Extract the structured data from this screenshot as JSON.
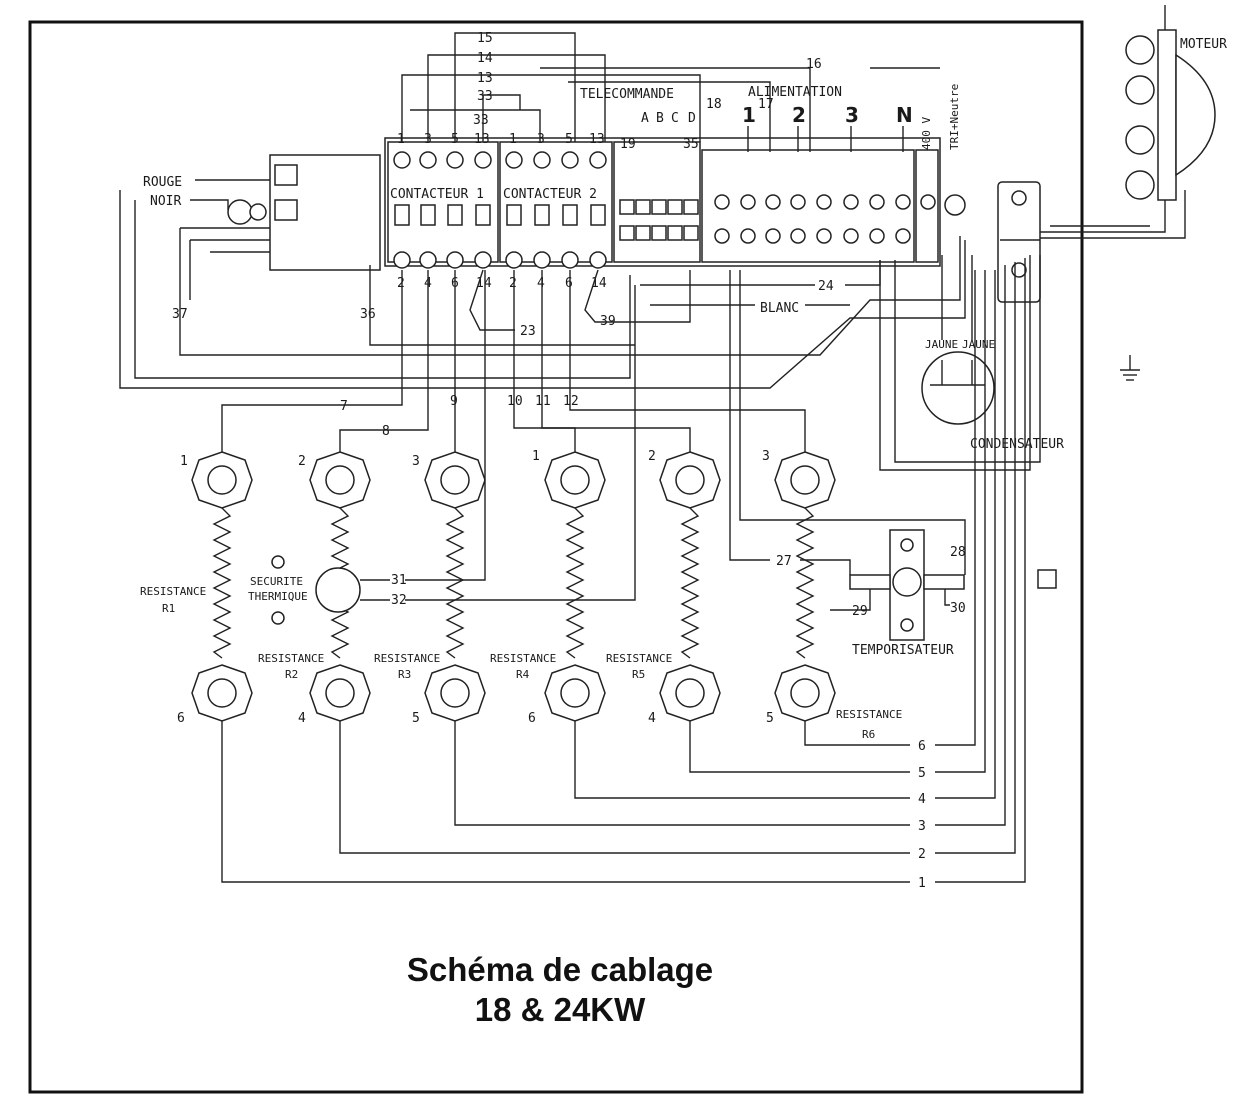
{
  "title": {
    "line1": "Schéma de cablage",
    "line2": "18 & 24KW"
  },
  "labels": {
    "moteur": "MOTEUR",
    "telecommande": "TELECOMMANDE",
    "alimentation": "ALIMENTATION",
    "contacteur1": "CONTACTEUR 1",
    "contacteur2": "CONTACTEUR 2",
    "rouge": "ROUGE",
    "noir": "NOIR",
    "blanc": "BLANC",
    "condensateur": "CONDENSATEUR",
    "jaune1": "JAUNE",
    "jaune2": "JAUNE",
    "temporisateur": "TEMPORISATEUR",
    "securite": "SECURITE",
    "thermique": "THERMIQUE",
    "voltage": "400 V",
    "tri": "TRI+Neutre"
  },
  "supply_terminals": [
    "1",
    "2",
    "3",
    "N"
  ],
  "telecommande_terminals": [
    "A",
    "B",
    "C",
    "D"
  ],
  "contacteur1_top": [
    "1",
    "3",
    "5",
    "13"
  ],
  "contacteur1_bottom": [
    "2",
    "4",
    "6",
    "14"
  ],
  "contacteur2_top": [
    "1",
    "3",
    "5",
    "13"
  ],
  "contacteur2_bottom": [
    "2",
    "4",
    "6",
    "14"
  ],
  "wire_numbers": {
    "w15": "15",
    "w14": "14",
    "w13": "13",
    "w33": "33",
    "w34": "33",
    "w16": "16",
    "w17": "17",
    "w18": "18",
    "w19": "19",
    "w35": "35",
    "w37": "37",
    "w36": "36",
    "w24": "24",
    "w23": "23",
    "w39": "39",
    "w7": "7",
    "w8": "8",
    "w9": "9",
    "w10": "10",
    "w11": "11",
    "w12": "12",
    "w27": "27",
    "w28": "28",
    "w29": "29",
    "w30": "30",
    "w31": "31",
    "w32": "32"
  },
  "resistances": [
    {
      "name": "RESISTANCE",
      "id": "R1",
      "top": "1",
      "bottom": "6"
    },
    {
      "name": "RESISTANCE",
      "id": "R2",
      "top": "2",
      "bottom": "4"
    },
    {
      "name": "RESISTANCE",
      "id": "R3",
      "top": "3",
      "bottom": "5"
    },
    {
      "name": "RESISTANCE",
      "id": "R4",
      "top": "1",
      "bottom": "6"
    },
    {
      "name": "RESISTANCE",
      "id": "R5",
      "top": "2",
      "bottom": "4"
    },
    {
      "name": "RESISTANCE",
      "id": "R6",
      "top": "3",
      "bottom": "5"
    }
  ],
  "return_wires": [
    "6",
    "5",
    "4",
    "3",
    "2",
    "1"
  ]
}
